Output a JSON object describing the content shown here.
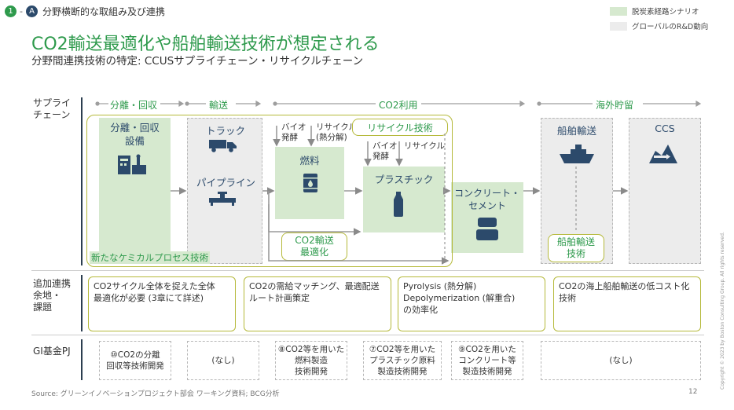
{
  "breadcrumb": {
    "num": "1",
    "sep": "-",
    "letter": "A",
    "text": "分野横断的な取組み及び連携"
  },
  "legend": {
    "item1": "脱炭素経路シナリオ",
    "item2": "グローバルのR&D動向",
    "color1": "#d6e9cf",
    "color2": "#ececec"
  },
  "title": "CO2輸送最適化や船舶輸送技術が想定される",
  "subtitle": "分野間連携技術の特定: CCUSサプライチェーン・リサイクルチェーン",
  "rows": {
    "supply_chain": "サプライ\nチェーン",
    "additional": "追加連携\n余地・\n課題",
    "gi": "GI基金PJ"
  },
  "stages": {
    "separation": "分離・回収",
    "transport": "輸送",
    "utilization": "CO2利用",
    "overseas": "海外貯留"
  },
  "nodes": {
    "capture": "分離・回収\n設備",
    "truck": "トラック",
    "pipeline": "パイプライン",
    "bio1": "バイオ\n発酵",
    "recycle1": "リサイクル\n(熱分解)",
    "recycle_tech": "リサイクル技術",
    "fuel": "燃料",
    "bio2": "バイオ\n発酵",
    "recycle2": "リサイクル",
    "plastic": "プラスチック",
    "concrete": "コンクリート・\nセメント",
    "co2_opt": "CO2輸送\n最適化",
    "new_chem": "新たなケミカルプロセス技術",
    "ship": "船舶輸送",
    "ship_tech": "船舶輸送\n技術",
    "ccs": "CCS"
  },
  "additional": [
    "CO2サイクル全体を捉えた全体\n最適化が必要 (3章にて詳述)",
    "CO2の需給マッチング、最適配送\nルート計画策定",
    "Pyrolysis (熱分解)\nDepolymerization (解重合)\nの効率化",
    "CO2の海上船舶輸送の低コスト化\n技術"
  ],
  "gi": [
    "⑩CO2の分離\n回収等技術開発",
    "(なし)",
    "⑧CO2等を用いた\n燃料製造\n技術開発",
    "⑦CO2等を用いた\nプラスチック原料\n製造技術開発",
    "⑨CO2を用いた\nコンクリート等\n製造技術開発",
    "(なし)"
  ],
  "source": "Source: グリーンイノベーションプロジェクト部会 ワーキング資料; BCG分析",
  "page_number": "12",
  "copyright": "Copyright © 2023 by Boston Consulting Group. All rights reserved.",
  "colors": {
    "green_text": "#2e9a4c",
    "navy": "#2c4a6b",
    "olive": "#b5b93a",
    "green_fill": "#d6e9cf",
    "grey_fill": "#ececec"
  }
}
